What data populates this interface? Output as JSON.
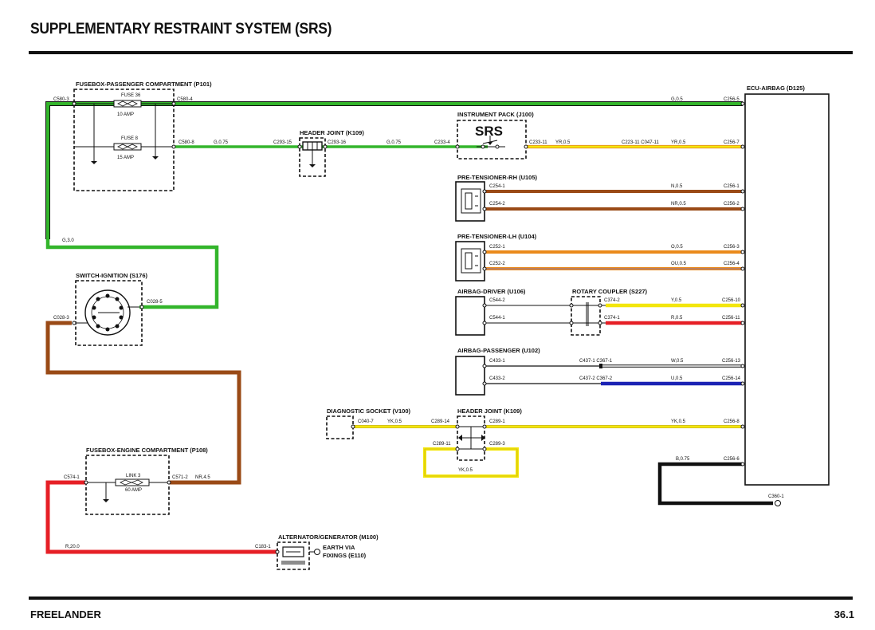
{
  "header": {
    "title": "SUPPLEMENTARY RESTRAINT SYSTEM (SRS)"
  },
  "footer": {
    "model": "FREELANDER",
    "page": "36.1"
  },
  "components": {
    "fusebox_pass": "FUSEBOX-PASSENGER COMPARTMENT (P101)",
    "fuse36": "FUSE 36",
    "fuse36_rating": "10 AMP",
    "fuse8": "FUSE 8",
    "fuse8_rating": "15 AMP",
    "header_joint_k109_top": "HEADER JOINT (K109)",
    "instrument_pack": "INSTRUMENT PACK (J100)",
    "srs_text": "SRS",
    "ecu": "ECU-AIRBAG (D125)",
    "pretensioner_rh": "PRE-TENSIONER-RH (U105)",
    "pretensioner_lh": "PRE-TENSIONER-LH (U104)",
    "airbag_driver": "AIRBAG-DRIVER (U106)",
    "rotary_coupler": "ROTARY COUPLER (S227)",
    "airbag_passenger": "AIRBAG-PASSENGER (U102)",
    "switch_ignition": "SWITCH-IGNITION (S176)",
    "diagnostic_socket": "DIAGNOSTIC SOCKET (V100)",
    "header_joint_k109_bottom": "HEADER JOINT (K109)",
    "fusebox_engine": "FUSEBOX-ENGINE COMPARTMENT (P108)",
    "link3": "LINK 3",
    "link3_rating": "60 AMP",
    "alternator": "ALTERNATOR/GENERATOR (M100)",
    "earth_line1": "EARTH VIA",
    "earth_line2": "FIXINGS (E110)"
  },
  "connectors": {
    "c580_3": "C580-3",
    "c580_4": "C580-4",
    "c580_8": "C580-8",
    "c293_15": "C293-15",
    "c293_16": "C293-16",
    "c233_4": "C233-4",
    "c233_11": "C233-11",
    "c223_c047": "C223-11 C047-11",
    "c256_5": "C256-5",
    "c256_7": "C256-7",
    "c256_1": "C256-1",
    "c256_2": "C256-2",
    "c256_3": "C256-3",
    "c256_4": "C256-4",
    "c256_10": "C256-10",
    "c256_11": "C256-11",
    "c256_13": "C256-13",
    "c256_14": "C256-14",
    "c256_8": "C256-8",
    "c256_6": "C256-6",
    "c254_1": "C254-1",
    "c254_2": "C254-2",
    "c252_1": "C252-1",
    "c252_2": "C252-2",
    "c544_2": "C544-2",
    "c544_1": "C544-1",
    "c374_2": "C374-2",
    "c374_1": "C374-1",
    "c433_1": "C433-1",
    "c433_2": "C433-2",
    "c437_c367_1": "C437-1 C367-1",
    "c437_c367_2": "C437-2 C367-2",
    "c028_5": "C028-5",
    "c028_3": "C028-3",
    "c040_7": "C040-7",
    "c289_14": "C289-14",
    "c289_1": "C289-1",
    "c289_11": "C289-11",
    "c289_3": "C289-3",
    "c574_1": "C574-1",
    "c571_2": "C571-2",
    "c183_1": "C183-1",
    "c360_1": "C360-1"
  },
  "wires": {
    "g05": "G,0.5",
    "g075a": "G,0.75",
    "g075b": "G,0.75",
    "g30": "G,3.0",
    "yr05a": "YR,0.5",
    "yr05b": "YR,0.5",
    "n05": "N,0.5",
    "nr05": "NR,0.5",
    "o05": "O,0.5",
    "ou05": "OU,0.5",
    "y05": "Y,0.5",
    "r05": "R,0.5",
    "w05": "W,0.5",
    "u05": "U,0.5",
    "yk05a": "YK,0.5",
    "yk05b": "YK,0.5",
    "yk05c": "YK,0.5",
    "b075": "B,0.75",
    "nr45": "NR,4.5",
    "r200": "R,20.0"
  },
  "colors": {
    "green": "#33b52b",
    "yellow": "#f3e60c",
    "brown": "#9a4a16",
    "orange": "#ea8a1c",
    "red": "#e61f26",
    "blue": "#1b23b4",
    "black": "#111111",
    "white_wire": "#ffffff"
  }
}
